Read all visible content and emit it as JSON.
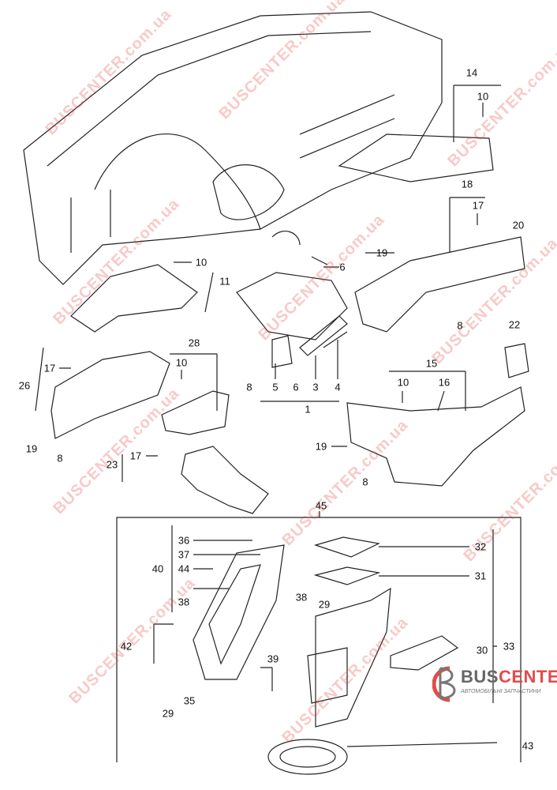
{
  "watermark": "BUSCENTER.com.ua",
  "logo": {
    "brand_a": "BUS",
    "brand_b": "CENTER",
    "tagline": "АВТОМОБІЛЬНІ ЗАПЧАСТИНИ",
    "accent": "#e34b4b"
  },
  "labels": [
    "14",
    "10",
    "18",
    "17",
    "20",
    "19",
    "6",
    "10",
    "11",
    "8",
    "22",
    "28",
    "10",
    "15",
    "17",
    "26",
    "8",
    "5",
    "6",
    "3",
    "4",
    "1",
    "10",
    "16",
    "19",
    "8",
    "23",
    "17",
    "19",
    "8",
    "45",
    "36",
    "37",
    "40",
    "44",
    "32",
    "31",
    "38",
    "38",
    "29",
    "42",
    "39",
    "30",
    "33",
    "29",
    "35",
    "43"
  ]
}
